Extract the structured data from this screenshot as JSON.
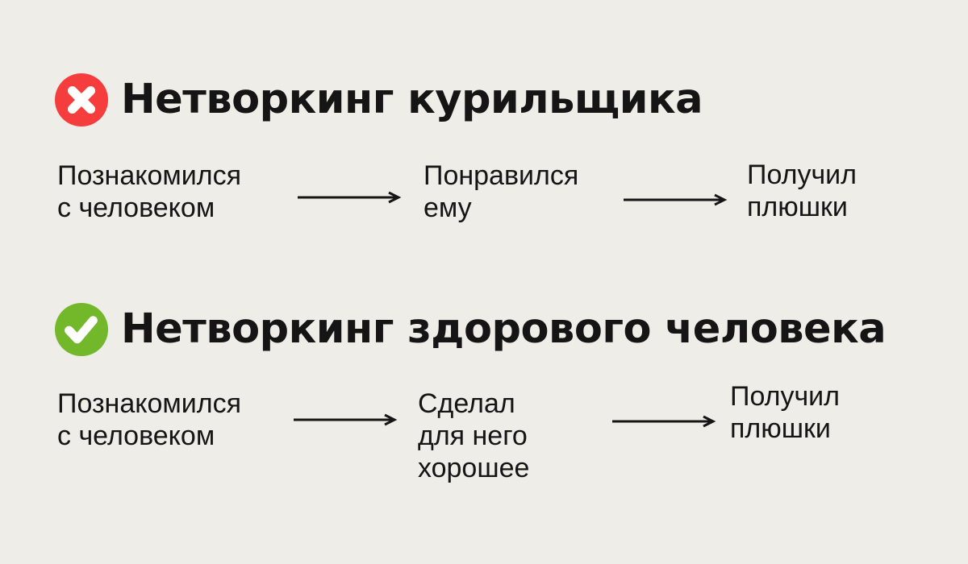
{
  "canvas": {
    "background_color": "#efede8",
    "text_color": "#151515",
    "arrow_color": "#151515",
    "connector_icon": "arrow-right-icon"
  },
  "sections": [
    {
      "id": "smoker",
      "title": "Нетворкинг курильщика",
      "icon": {
        "name": "cross-circle-icon",
        "color": "#f53d3d",
        "glyph_color": "#ffffff"
      },
      "steps": [
        {
          "text": "Познакомился\nс человеком"
        },
        {
          "text": "Понравился\nему"
        },
        {
          "text": "Получил\nплюшки"
        }
      ]
    },
    {
      "id": "healthy",
      "title": "Нетворкинг здорового человека",
      "icon": {
        "name": "check-circle-icon",
        "color": "#73b72a",
        "glyph_color": "#ffffff"
      },
      "steps": [
        {
          "text": "Познакомился\nс человеком"
        },
        {
          "text": "Сделал\nдля него\nхорошее"
        },
        {
          "text": "Получил\nплюшки"
        }
      ]
    }
  ]
}
